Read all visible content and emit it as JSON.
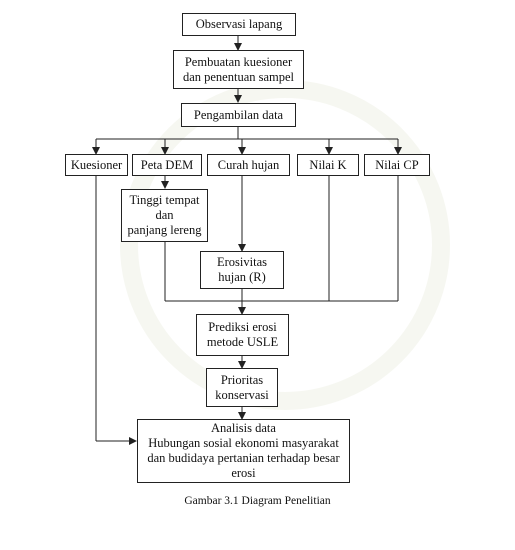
{
  "nodes": {
    "observasi": "Observasi lapang",
    "pembuatan_1": "Pembuatan kuesioner",
    "pembuatan_2": "dan penentuan sampel",
    "pengambilan": "Pengambilan data",
    "kuesioner": "Kuesioner",
    "peta_dem": "Peta DEM",
    "curah_hujan": "Curah hujan",
    "nilai_k": "Nilai K",
    "nilai_cp": "Nilai CP",
    "tinggi_1": "Tinggi tempat",
    "tinggi_2": "dan",
    "tinggi_3": "panjang lereng",
    "erosivitas_1": "Erosivitas",
    "erosivitas_2": "hujan (R)",
    "prediksi_1": "Prediksi erosi",
    "prediksi_2": "metode USLE",
    "prioritas_1": "Prioritas",
    "prioritas_2": "konservasi",
    "analisis_1": "Analisis data",
    "analisis_2": "Hubungan sosial ekonomi masyarakat",
    "analisis_3": "dan budidaya pertanian terhadap besar",
    "analisis_4": "erosi"
  },
  "caption": "Gambar 3.1 Diagram Penelitian"
}
